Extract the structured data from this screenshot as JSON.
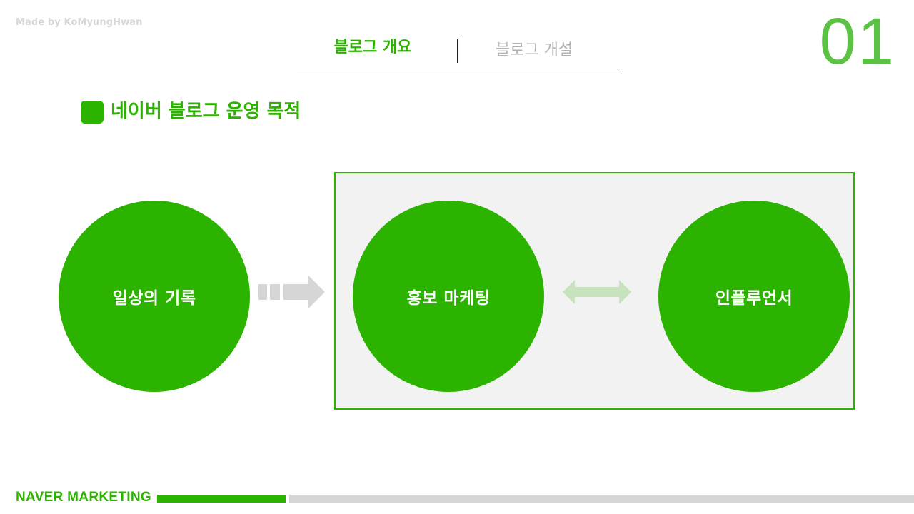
{
  "header": {
    "credit": "Made by KoMyungHwan",
    "page_number": "01",
    "tabs": [
      {
        "label": "블로그 개요",
        "active": true
      },
      {
        "label": "블로그 개설",
        "active": false
      }
    ]
  },
  "section": {
    "title": "네이버 블로그 운영 목적"
  },
  "diagram": {
    "nodes": [
      {
        "label": "일상의 기록"
      },
      {
        "label": "홍보 마케팅"
      },
      {
        "label": "인플루언서"
      }
    ]
  },
  "footer": {
    "label": "NAVER MARKETING"
  },
  "colors": {
    "brand_green": "#2cb300",
    "page_number_green": "#5cc245",
    "box_background": "#f2f2f2",
    "muted_gray": "#d6d6d6",
    "arrow_green_light": "#c6e3bd"
  },
  "icons": {
    "flow_arrow": "arrow-right-icon",
    "relation_arrow": "double-arrow-icon"
  }
}
